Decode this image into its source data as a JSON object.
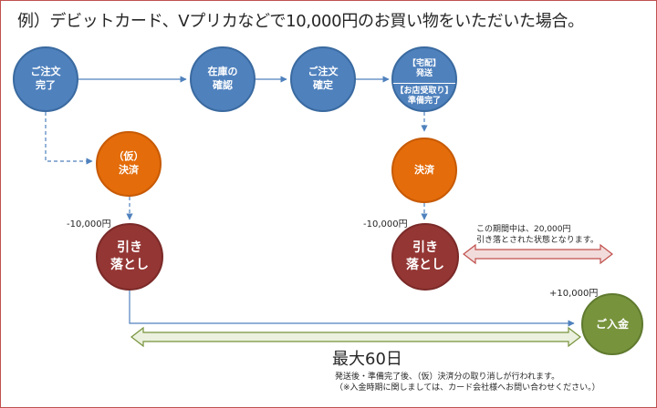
{
  "title": "例）デビットカード、Vプリカなどで10,000円のお買い物をいただいた場合。",
  "nodes": {
    "order_complete": "ご注文\n完了",
    "stock_check": "在庫の\n確認",
    "order_confirm": "ご注文\n確定",
    "ship_top": "【宅配】\n発送",
    "ship_bottom": "【お店受取り】\n準備完了",
    "provisional": "（仮）\n決済",
    "settlement": "決済",
    "debit_1": "引き\n落とし",
    "debit_2": "引き\n落とし",
    "deposit": "ご入金"
  },
  "labels": {
    "minus_1": "-10,000円",
    "minus_2": "-10,000円",
    "plus": "+10,000円",
    "period_note": "この期間中は、20,000円\n引き落とされた状態となります。",
    "max_days": "最大60日",
    "footnote": "発送後・準備完了後、（仮）決済分の取り消しが行われます。\n（※入金時期に関しましては、カード会社様へお問い合わせください。）"
  },
  "colors": {
    "blue": "#4f81bd",
    "orange": "#e46c0a",
    "red": "#943634",
    "green": "#77933c",
    "line": "#4f81bd",
    "arrow_green_fill": "#ebf1de",
    "arrow_green_stroke": "#77933c",
    "arrow_red_fill": "#f2dcdb",
    "arrow_red_stroke": "#c0504d",
    "frame": "#c0504d"
  }
}
